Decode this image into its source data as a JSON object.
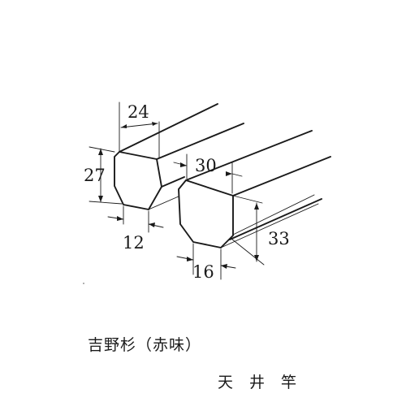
{
  "dimensions": {
    "left_width": "24",
    "left_height": "27",
    "left_bottom": "12",
    "right_width": "30",
    "right_height": "33",
    "right_bottom": "16"
  },
  "captions": {
    "material": "吉野杉（赤味）",
    "product": "天井竿"
  }
}
